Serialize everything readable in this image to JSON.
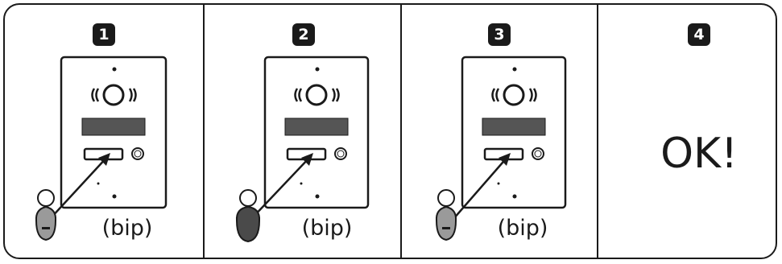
{
  "panels": [
    {
      "step": "1",
      "caption": "(bip)",
      "tag_color": "#9a9a9a"
    },
    {
      "step": "2",
      "caption": "(bip)",
      "tag_color": "#4a4a4a"
    },
    {
      "step": "3",
      "caption": "(bip)",
      "tag_color": "#9a9a9a"
    },
    {
      "step": "4",
      "result": "OK!"
    }
  ],
  "colors": {
    "ink": "#1a1a1a",
    "tag_light": "#9a9a9a",
    "tag_dark": "#4a4a4a"
  }
}
